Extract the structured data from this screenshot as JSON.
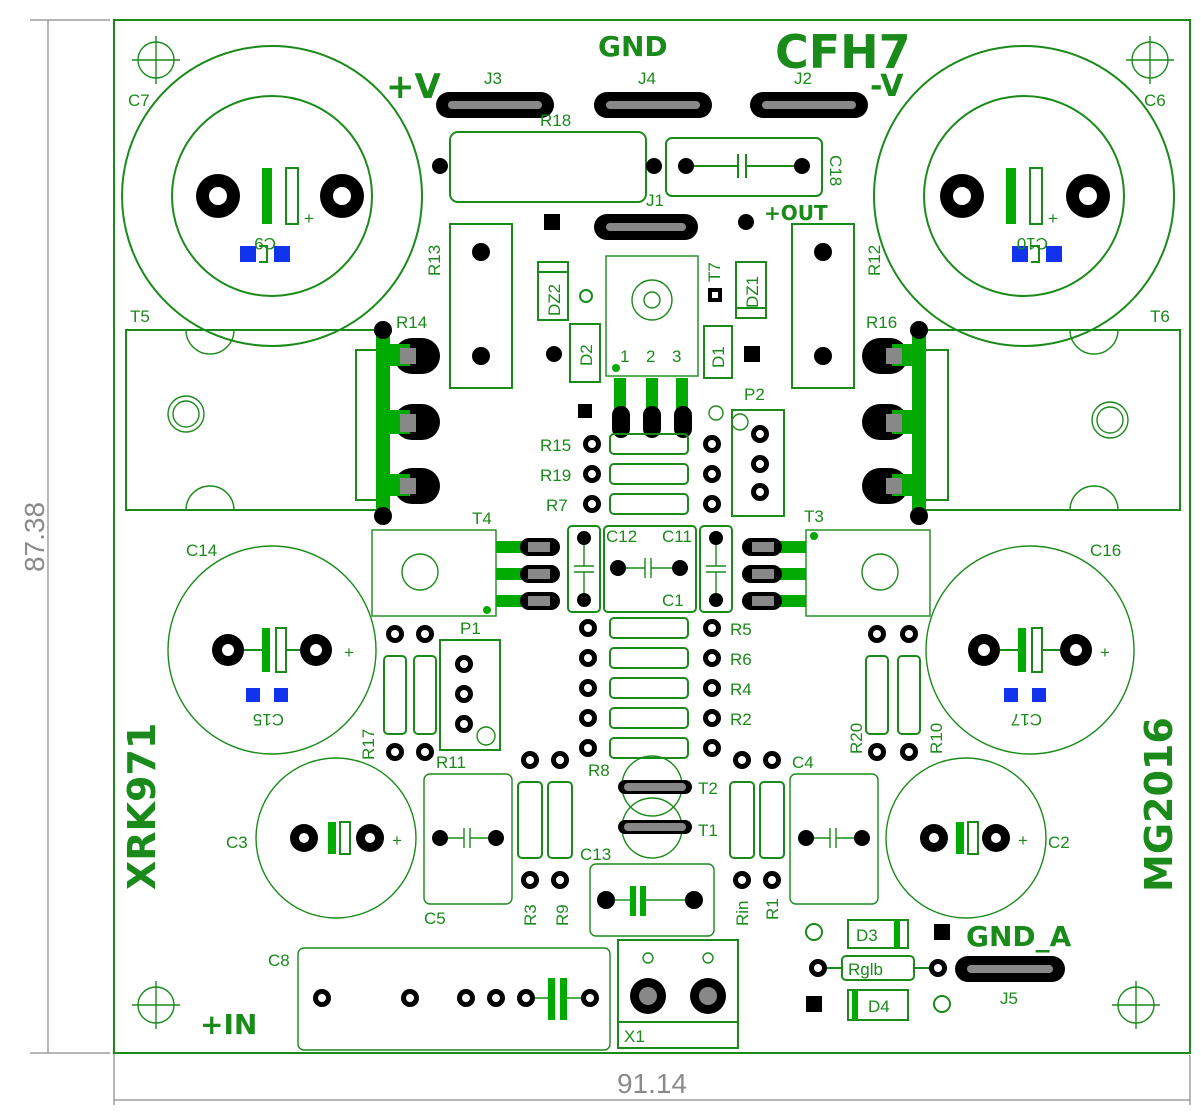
{
  "board": {
    "title": "CFH7",
    "left_vertical": "XRK971",
    "right_vertical": "MG2016",
    "width_dim": "91.14",
    "height_dim": "87.38"
  },
  "connectors": {
    "gnd": "GND",
    "plus_v": "+V",
    "minus_v": "-V",
    "plus_out": "+OUT",
    "plus_in": "+IN",
    "gnd_a": "GND_A",
    "j1": "J1",
    "j2": "J2",
    "j3": "J3",
    "j4": "J4",
    "j5": "J5",
    "x1": "X1",
    "p1": "P1",
    "p2": "P2"
  },
  "capacitors": {
    "c1": "C1",
    "c2": "C2",
    "c3": "C3",
    "c4": "C4",
    "c5": "C5",
    "c6": "C6",
    "c7": "C7",
    "c8": "C8",
    "c9": "C9",
    "c10": "C10",
    "c11": "C11",
    "c12": "C12",
    "c13": "C13",
    "c14": "C14",
    "c15": "C15",
    "c16": "C16",
    "c17": "C17",
    "c18": "C18"
  },
  "resistors": {
    "r1": "R1",
    "r2": "R2",
    "r3": "R3",
    "r4": "R4",
    "r5": "R5",
    "r6": "R6",
    "r7": "R7",
    "r8": "R8",
    "r9": "R9",
    "r10": "R10",
    "r11": "R11",
    "r12": "R12",
    "r13": "R13",
    "r14": "R14",
    "r15": "R15",
    "r16": "R16",
    "r17": "R17",
    "r18": "R18",
    "r19": "R19",
    "r20": "R20",
    "rin": "Rin",
    "rglb": "Rglb"
  },
  "transistors": {
    "t1": "T1",
    "t2": "T2",
    "t3": "T3",
    "t4": "T4",
    "t5": "T5",
    "t6": "T6",
    "t7": "T7"
  },
  "diodes": {
    "d1": "D1",
    "d2": "D2",
    "d3": "D3",
    "d4": "D4",
    "dz1": "DZ1",
    "dz2": "DZ2"
  },
  "pins": {
    "p1": "1",
    "p2": "2",
    "p3": "3"
  },
  "polarity": "+",
  "colors": {
    "silkscreen": "#1a8a1a",
    "pad": "#000000",
    "copper_green": "#00aa00",
    "smd_blue": "#1133ee",
    "dimension": "#8a8a8a"
  }
}
